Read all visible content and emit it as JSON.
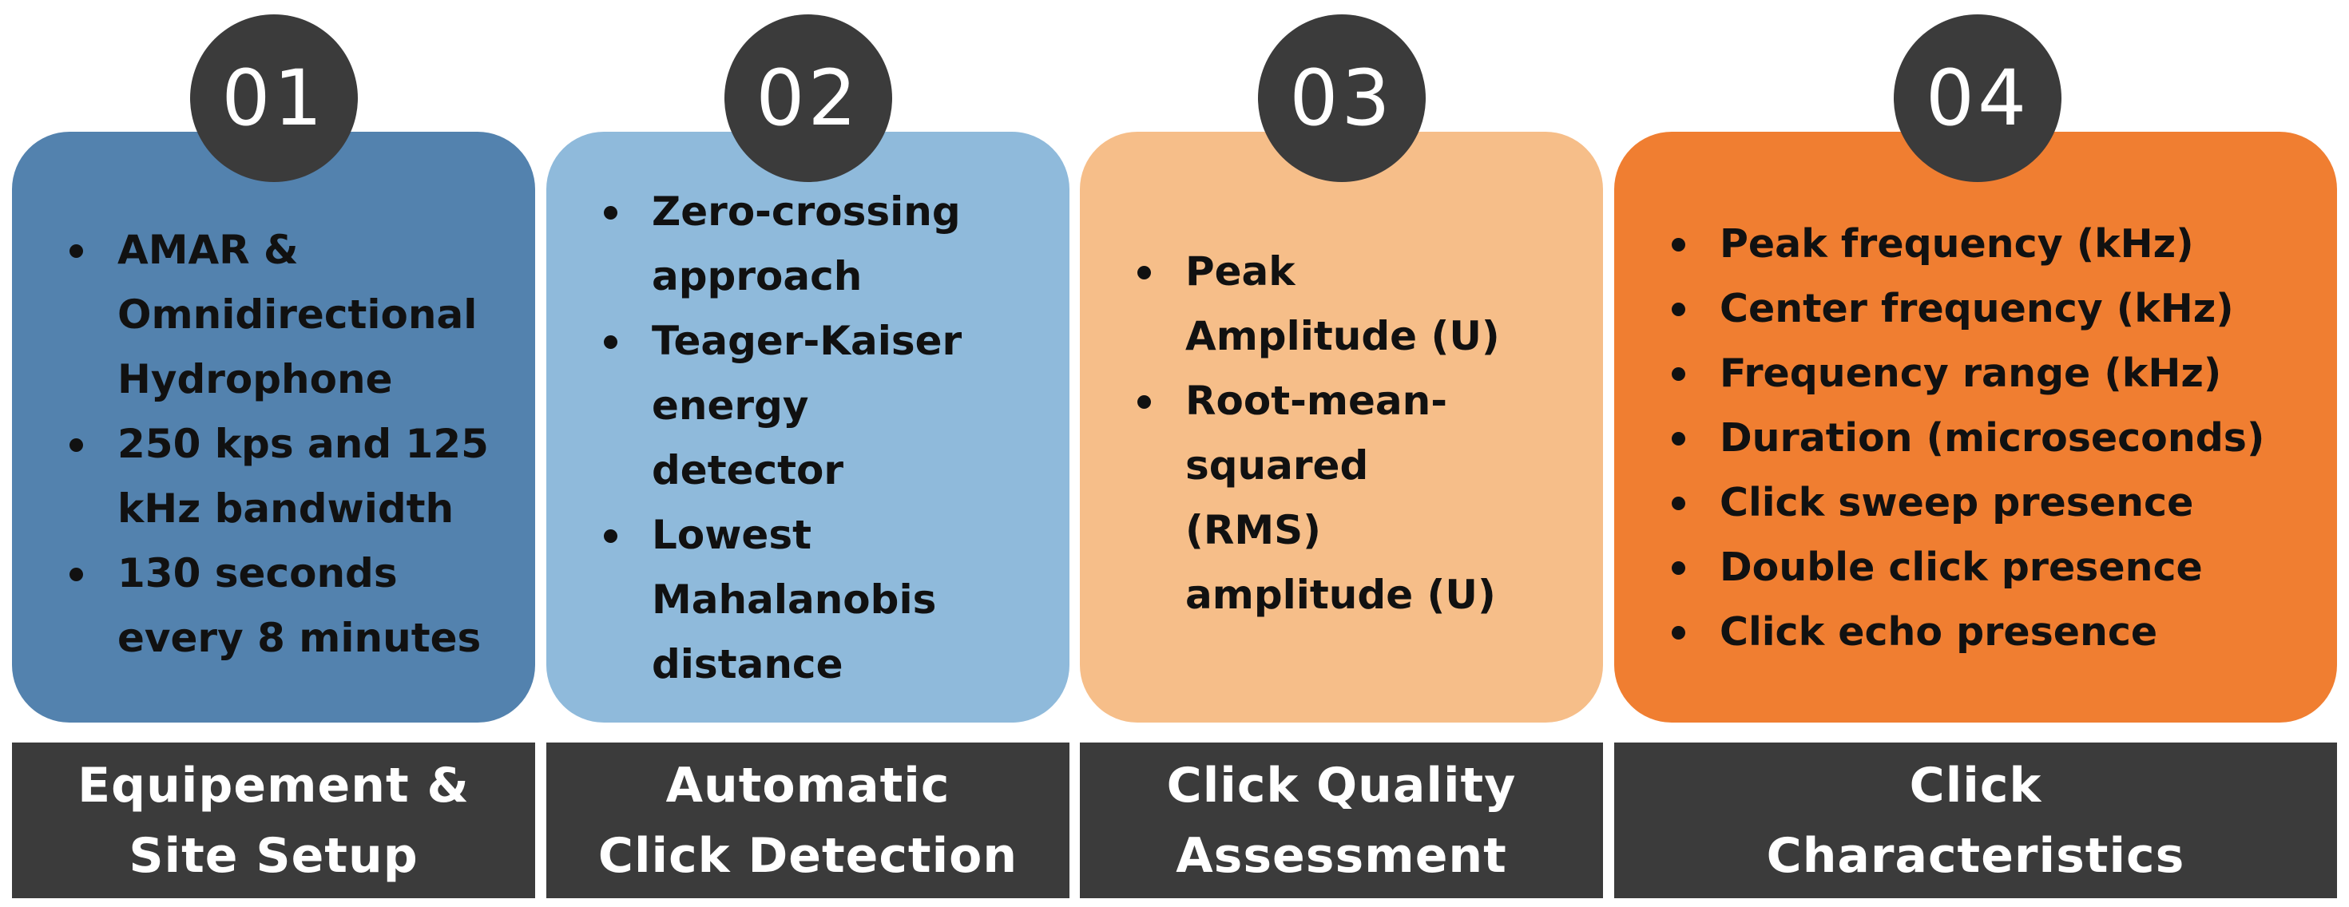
{
  "steps": [
    {
      "number": "01",
      "color": "#5382ae",
      "bullets": [
        "AMAR &\nOmnidirectional\nHydrophone",
        "250 kps and 125\nkHz bandwidth",
        "130 seconds\nevery 8 minutes"
      ],
      "label": "Equipement &\nSite Setup"
    },
    {
      "number": "02",
      "color": "#8fbadb",
      "bullets": [
        "Zero-crossing\napproach",
        "Teager-Kaiser\nenergy\ndetector",
        "Lowest\nMahalanobis\ndistance"
      ],
      "label": "Automatic\nClick Detection"
    },
    {
      "number": "03",
      "color": "#f6be89",
      "bullets": [
        "Peak\nAmplitude (U)",
        "Root-mean-\nsquared\n(RMS)\namplitude (U)"
      ],
      "label": "Click Quality\nAssessment"
    },
    {
      "number": "04",
      "color": "#f07e31",
      "bullets": [
        "Peak frequency (kHz)",
        "Center frequency (kHz)",
        "Frequency range (kHz)",
        "Duration (microseconds)",
        "Click sweep presence",
        "Double click presence",
        "Click echo presence"
      ],
      "label": "Click\nCharacteristics"
    }
  ]
}
